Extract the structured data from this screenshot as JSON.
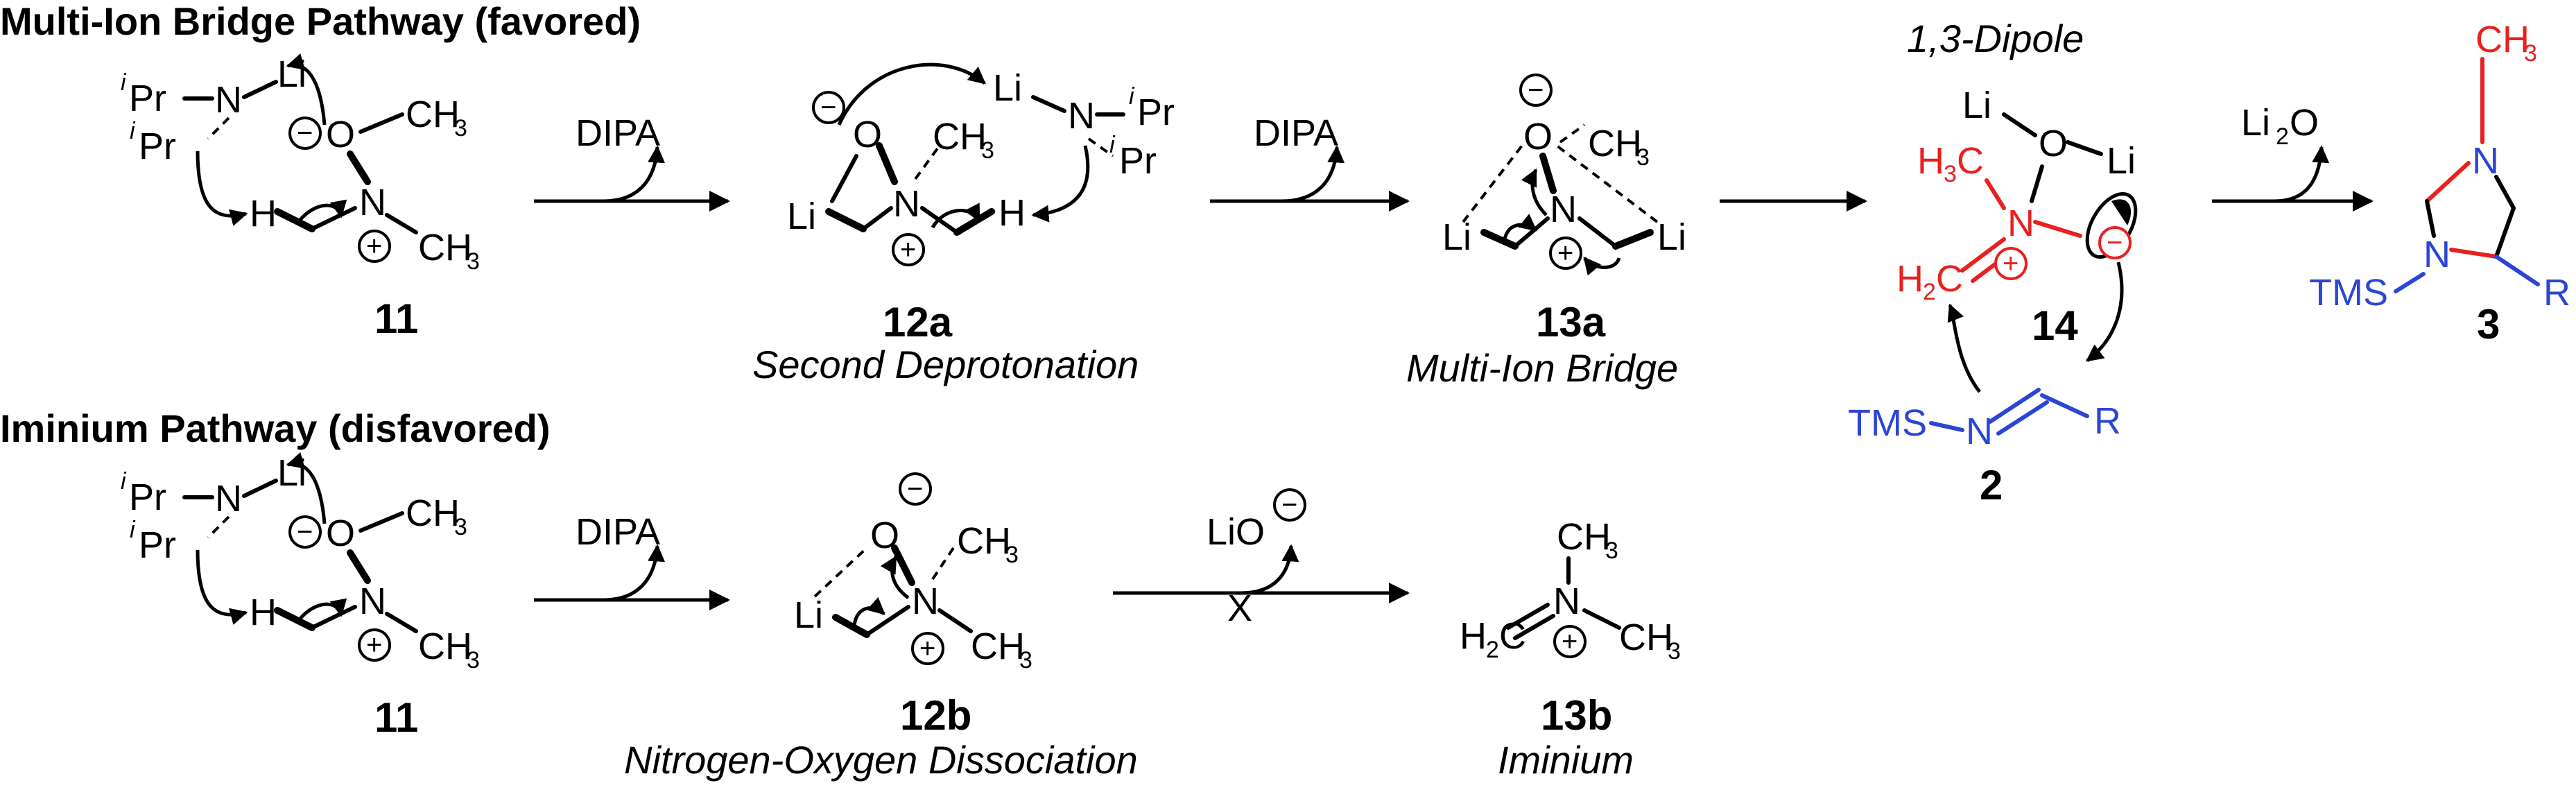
{
  "headers": {
    "top": "Multi-Ion Bridge Pathway (favored)",
    "bottom": "Iminium Pathway (disfavored)"
  },
  "reagents": {
    "dipa": "DIPA",
    "li2o_main": "Li",
    "li2o_sub": "2",
    "li2o_o": "O",
    "lio": "LiO"
  },
  "compounds": {
    "c11_top": "11",
    "c12a": "12a",
    "c13a": "13a",
    "c14": "14",
    "c2": "2",
    "c3": "3",
    "c11_bottom": "11",
    "c12b": "12b",
    "c13b": "13b"
  },
  "captions": {
    "c12a": "Second Deprotonation",
    "c13a": "Multi-Ion Bridge",
    "c14": "1,3-Dipole",
    "c12b": "Nitrogen-Oxygen Dissociation",
    "c13b": "Iminium"
  },
  "atoms": {
    "i": "i",
    "pr": "Pr",
    "n": "N",
    "li": "Li",
    "o": "O",
    "h": "H",
    "ch": "CH",
    "three": "3",
    "h3c_h": "H",
    "h3c_c": "C",
    "h2c_h": "H",
    "h2c_c": "C",
    "two": "2",
    "tms": "TMS",
    "r": "R",
    "minus": "−",
    "plus": "+",
    "x": "X"
  },
  "colors": {
    "dipole": "#e8201e",
    "imine": "#2b45d6",
    "ink": "#000000"
  }
}
